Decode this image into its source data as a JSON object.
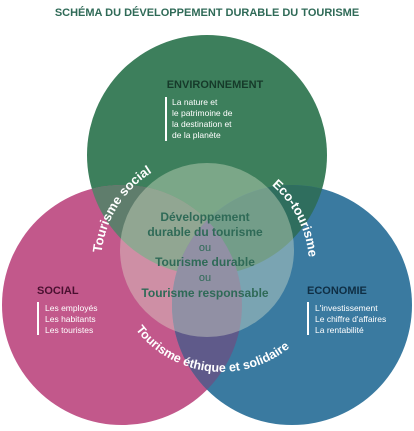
{
  "title": "SCHÉMA DU DÉVELOPPEMENT DURABLE DU TOURISME",
  "colors": {
    "environnement": "#3d7f5c",
    "social": "#c2588b",
    "economie": "#3a7aa0",
    "center": "#e3ead0",
    "title": "#2f6a57",
    "text": "#ffffff",
    "center_text": "#2f6a57"
  },
  "circles": {
    "environnement": {
      "heading": "ENVIRONNEMENT",
      "lines": [
        "La nature et",
        "le patrimoine de",
        "la destination et",
        "de la planète"
      ]
    },
    "social": {
      "heading": "SOCIAL",
      "lines": [
        "Les employés",
        "Les habitants",
        "Les touristes"
      ]
    },
    "economie": {
      "heading": "ECONOMIE",
      "lines": [
        "L'investissement",
        "Le chiffre d'affaires",
        "La rentabilité"
      ]
    }
  },
  "arcs": {
    "social_env": "Tourisme social",
    "env_eco": "Eco-tourisme",
    "social_eco": "Tourisme éthique et solidaire"
  },
  "center": {
    "line1": "Développement",
    "line2": "durable du tourisme",
    "ou1": "ou",
    "line3": "Tourisme durable",
    "ou2": "ou",
    "line4": "Tourisme responsable"
  }
}
